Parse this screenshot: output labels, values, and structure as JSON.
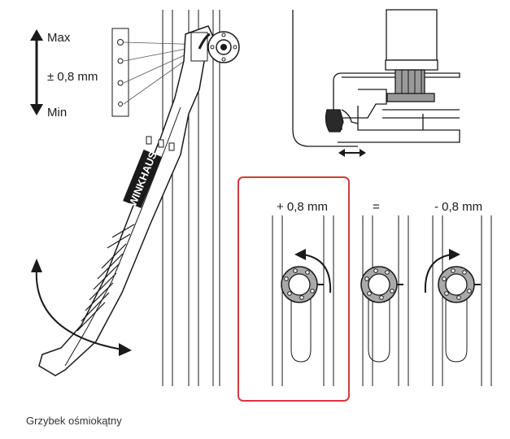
{
  "scale": {
    "max_label": "Max",
    "adjust_label": "± 0,8 mm",
    "min_label": "Min"
  },
  "handle": {
    "brand_text": "WINKHAUS"
  },
  "states": [
    {
      "label": "+ 0,8 mm",
      "highlighted": true,
      "rotation": "counterclockwise"
    },
    {
      "label": "=",
      "highlighted": false,
      "rotation": "none"
    },
    {
      "label": "- 0,8 mm",
      "highlighted": false,
      "rotation": "clockwise"
    }
  ],
  "caption": "Grzybek ośmiokątny",
  "colors": {
    "highlight_border": "#d9363e",
    "cam_fill": "#a9a9a9",
    "line": "#1a1a1a"
  },
  "icons": [
    "up-down-arrow-icon",
    "rotate-ccw-arrow-icon",
    "rotate-cw-arrow-icon",
    "double-arrow-icon"
  ]
}
